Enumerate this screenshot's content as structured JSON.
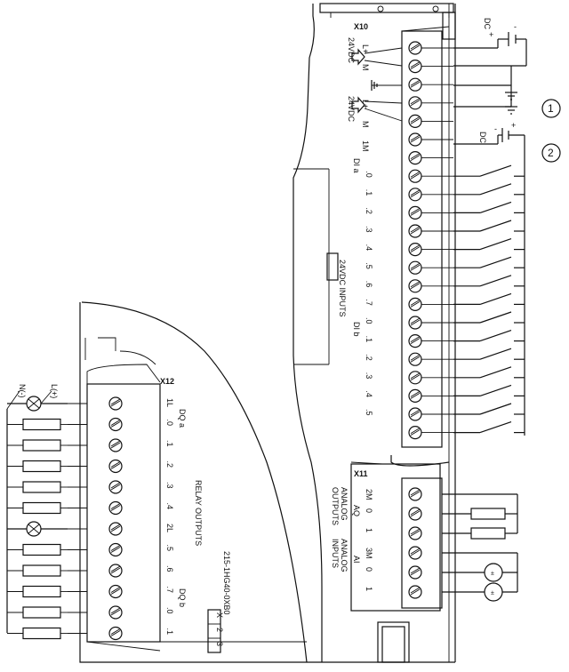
{
  "x10": {
    "label": "X10",
    "power": [
      "L+",
      "M",
      "24VDC"
    ],
    "sensor_supply": [
      "L+",
      "M",
      "24VDC"
    ],
    "common": "1M",
    "group_a_label": "DI a",
    "group_a": [
      ".0",
      ".1",
      ".2",
      ".3",
      ".4",
      ".5",
      ".6",
      ".7"
    ],
    "group_b_label": "DI b",
    "group_b": [
      ".0",
      ".1",
      ".2",
      ".3",
      ".4",
      ".5"
    ],
    "inputs_label": "24VDC INPUTS",
    "dc1": [
      "DC",
      "+",
      "-"
    ],
    "dc2": [
      "DC",
      "-",
      "+"
    ],
    "callout_1": "1",
    "callout_2": "2"
  },
  "x11": {
    "label": "X11",
    "aq": [
      "2M",
      "0",
      "1"
    ],
    "ai": [
      "3M",
      "0",
      "1"
    ],
    "aq_label": "AQ",
    "ai_label": "AI",
    "analog_outputs": [
      "ANALOG",
      "OUTPUTS"
    ],
    "analog_inputs": [
      "ANALOG",
      "INPUTS"
    ]
  },
  "x12": {
    "label": "X12",
    "group_a_label": "DQ a",
    "group_a": [
      "1L",
      ".0",
      ".1",
      ".2",
      ".3",
      ".4"
    ],
    "group_b_label": "DQ b",
    "group_b": [
      "2L",
      ".5",
      ".6",
      ".7",
      ".0",
      ".1"
    ],
    "relay_label": "RELAY OUTPUTS",
    "supply": [
      "L(+)",
      "N(-)"
    ]
  },
  "part_number": "215-1HG40-0XB0",
  "tag": [
    "X",
    "2",
    "3"
  ]
}
